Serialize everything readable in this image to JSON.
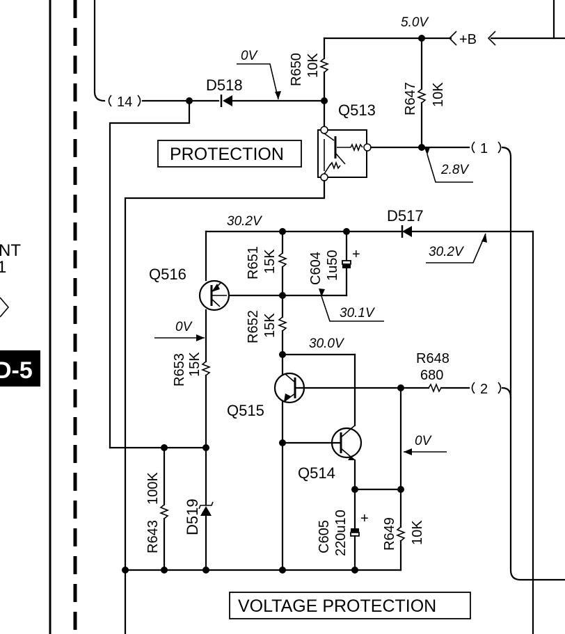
{
  "labels": {
    "protection_box": "PROTECTION",
    "voltage_protection_box": "VOLTAGE PROTECTION",
    "side_text_1": "NT",
    "side_text_2": "1",
    "side_tag": "D-5"
  },
  "connectors": {
    "c14": "14",
    "c1": "1",
    "c2": "2",
    "plus_b": "+B"
  },
  "voltages": {
    "v_5_0": "5.0V",
    "v_0_d518": "0V",
    "v_2_8": "2.8V",
    "v_30_2_left": "30.2V",
    "v_30_2_right": "30.2V",
    "v_30_1": "30.1V",
    "v_30_0": "30.0V",
    "v_0_q516": "0V",
    "v_0_q514": "0V"
  },
  "components": {
    "d518": "D518",
    "d517": "D517",
    "d519": "D519",
    "q513": "Q513",
    "q516": "Q516",
    "q515": "Q515",
    "q514": "Q514",
    "r650": "R650",
    "r650_val": "10K",
    "r647": "R647",
    "r647_val": "10K",
    "r651": "R651",
    "r651_val": "15K",
    "r652": "R652",
    "r652_val": "15K",
    "r653": "R653",
    "r653_val": "15K",
    "r648": "R648",
    "r648_val": "680",
    "r643": "R643",
    "r643_val": "100K",
    "r649": "R649",
    "r649_val": "10K",
    "c604": "C604",
    "c604_val": "1u50",
    "c605": "C605",
    "c605_val": "220u10",
    "plus": "+"
  }
}
